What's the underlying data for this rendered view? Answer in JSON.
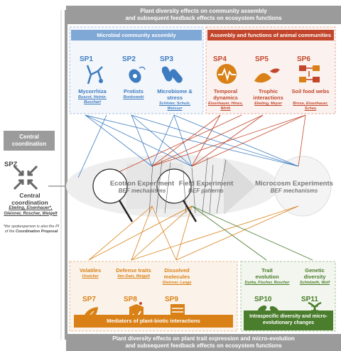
{
  "top_banner": {
    "line1": "Plant diversity effects on community assembly",
    "line2": "and subsequent feedback effects on ecosystem functions"
  },
  "bottom_banner": {
    "line1": "Plant diversity effects on plant trait expression and micro-evolution",
    "line2": "and subsequent feedback effects on ecosystem functions"
  },
  "microbial_header": "Microbial community assembly",
  "animal_header": "Assembly and functions of animal communities",
  "top_projects": [
    {
      "code": "SP1",
      "title": "Mycorrhiza",
      "authors": "Buscot, Heintz-Buschart"
    },
    {
      "code": "SP2",
      "title": "Protists",
      "authors": "Bonkowski"
    },
    {
      "code": "SP3",
      "title": "Microbiome & stress",
      "authors": "Schloter, Schulz, Weisser"
    },
    {
      "code": "SP4",
      "title": "Temporal dynamics",
      "authors": "Eisenhauer, Hines, Wirth"
    },
    {
      "code": "SP5",
      "title": "Trophic interactions",
      "authors": "Ebeling, Meyer"
    },
    {
      "code": "SP6",
      "title": "Soil food webs",
      "authors": "Brose, Eisenhauer, Scheu"
    }
  ],
  "central": {
    "box_label": "Central coordination",
    "code": "SPZ",
    "title": "Central coordination",
    "authors": "Ebeling, Eisenhauer*, Gleixner, Roscher, Weigelt",
    "note": "*the spokesperson is also the PI of the",
    "note_bold": "Coordination Proposal"
  },
  "experiments": [
    {
      "title": "Ecotron Experiment",
      "sub": "BEF mechanisms"
    },
    {
      "title": "Field Experiment",
      "sub": "BEF patterns"
    },
    {
      "title": "Microcosm Experiments",
      "sub": "BEF mechanisms"
    }
  ],
  "bottom_projects": [
    {
      "code": "SP7",
      "title": "Volatiles",
      "authors": "Unsicker"
    },
    {
      "code": "SP8",
      "title": "Defense traits",
      "authors": "Van Dam, Weigelt"
    },
    {
      "code": "SP9",
      "title": "Dissolved molecules",
      "authors": "Gleixner, Lange"
    },
    {
      "code": "SP10",
      "title": "Trait evolution",
      "authors": "Durka, Fischer, Roscher"
    },
    {
      "code": "SP11",
      "title": "Genetic diversity",
      "authors": "Schielzeth, Wolf"
    }
  ],
  "mediators_label": "Mediators of plant-biotic interactions",
  "intraspecific_label": "Intraspecific diversity and micro-evolutionary changes",
  "colors": {
    "blue": "#3d7cc0",
    "red": "#c2462b",
    "orange": "#d98117",
    "green": "#4a7d2c",
    "gray": "#9b9b9b"
  }
}
